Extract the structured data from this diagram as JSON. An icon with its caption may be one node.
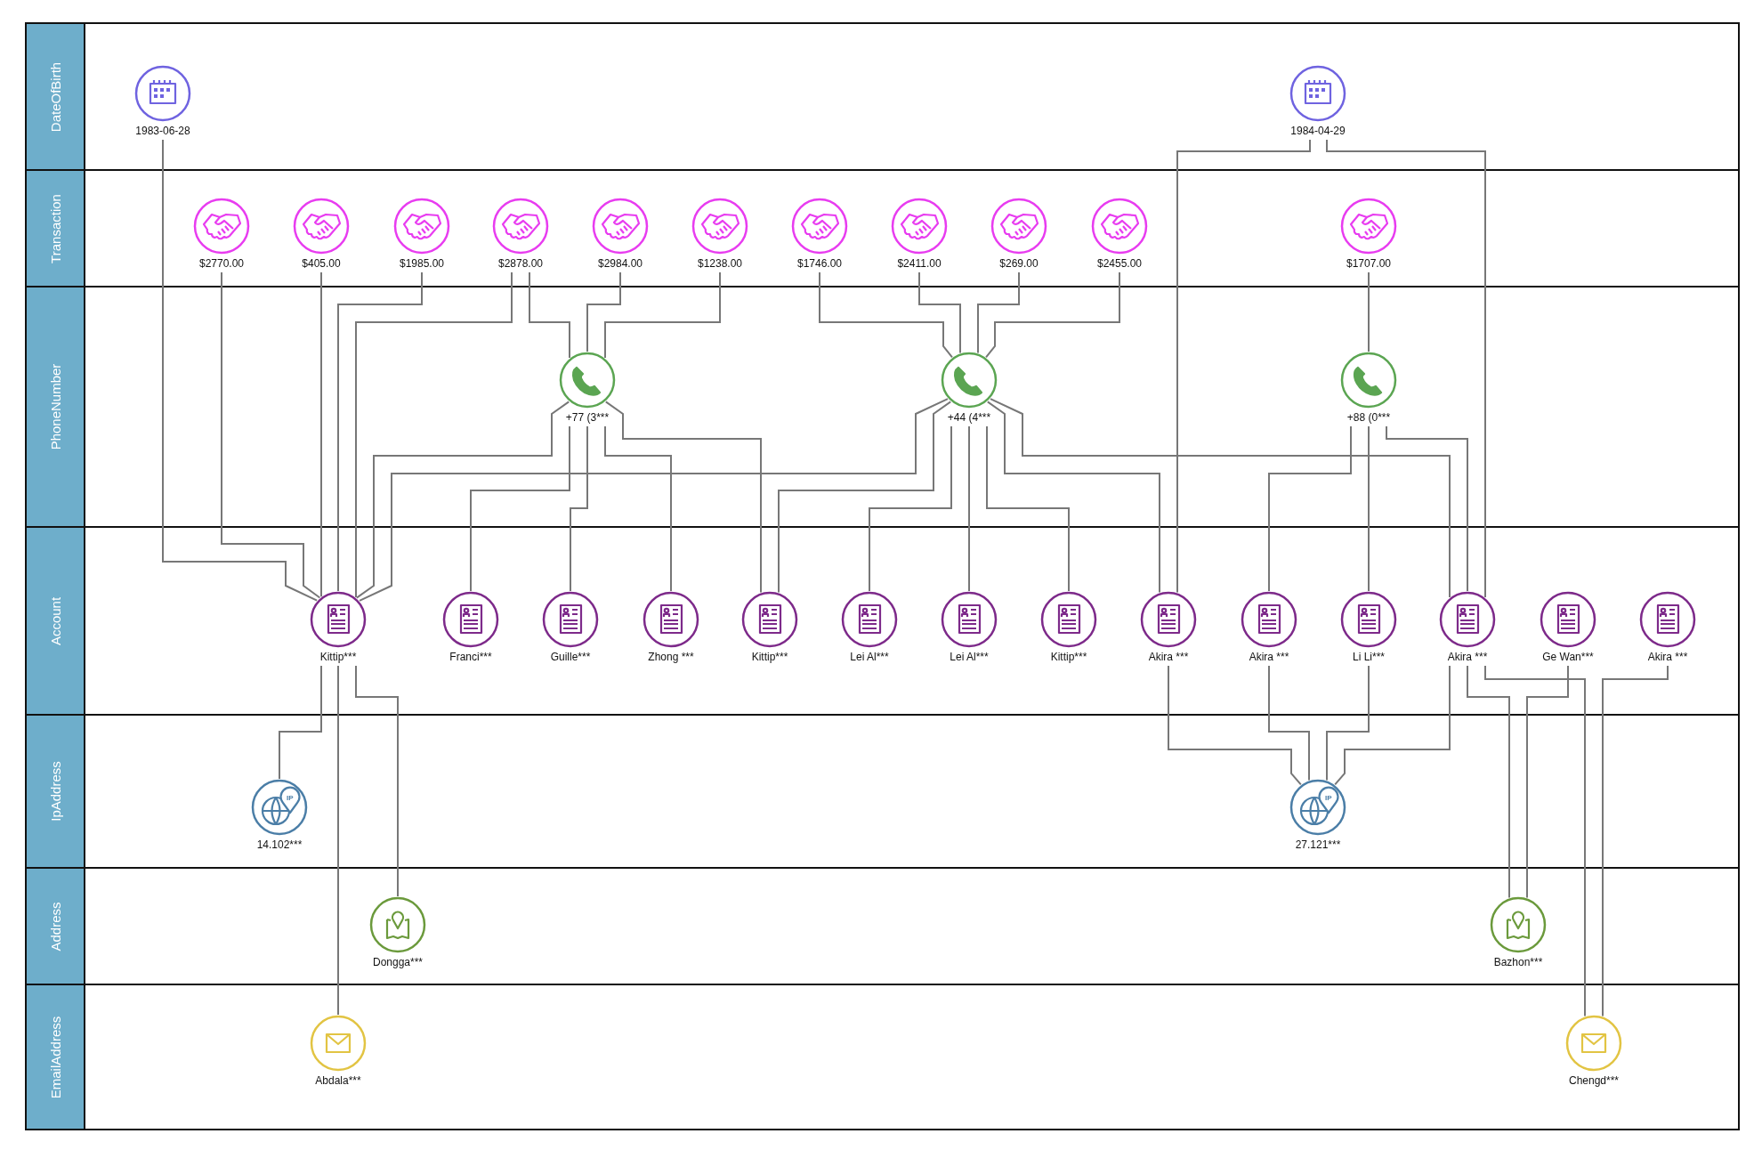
{
  "diagram": {
    "nodes": [
      {
        "text": [
          "DateOfBirth"
        ]
      },
      {
        "text": [
          "1983-06-28"
        ],
        "in": 0
      },
      {
        "text": [
          "1984-04-29"
        ],
        "in": 0
      },
      {
        "text": [
          "Transaction"
        ]
      },
      {
        "text": [
          "$2770.00"
        ],
        "in": 3
      },
      {
        "text": [
          "$405.00"
        ],
        "in": 3
      },
      {
        "text": [
          "$1985.00"
        ],
        "in": 3
      },
      {
        "text": [
          "$2878.00"
        ],
        "in": 3
      },
      {
        "text": [
          "$2984.00"
        ],
        "in": 3
      },
      {
        "text": [
          "$1238.00"
        ],
        "in": 3
      },
      {
        "text": [
          "$1746.00"
        ],
        "in": 3
      },
      {
        "text": [
          "$2411.00"
        ],
        "in": 3
      },
      {
        "text": [
          "$269.00"
        ],
        "in": 3
      },
      {
        "text": [
          "$2455.00"
        ],
        "in": 3
      },
      {
        "text": [
          "$1707.00"
        ],
        "in": 3
      },
      {
        "text": [
          "PhoneNumber"
        ]
      },
      {
        "text": [
          "+77 (3***"
        ],
        "in": 15
      },
      {
        "text": [
          "+44 (4***"
        ],
        "in": 15
      },
      {
        "text": [
          "+88 (0***"
        ],
        "in": 15
      },
      {
        "text": [
          "Account"
        ]
      },
      {
        "text": [
          "Kittip***"
        ],
        "in": 19
      },
      {
        "text": [
          "Franci***"
        ],
        "in": 19
      },
      {
        "text": [
          "Guille***"
        ],
        "in": 19
      },
      {
        "text": [
          "Zhong ***"
        ],
        "in": 19
      },
      {
        "text": [
          "Kittip***"
        ],
        "in": 19
      },
      {
        "text": [
          "Lei Al***"
        ],
        "in": 19
      },
      {
        "text": [
          "Lei Al***"
        ],
        "in": 19
      },
      {
        "text": [
          "Kittip***"
        ],
        "in": 19
      },
      {
        "text": [
          "Akira ***"
        ],
        "in": 19
      },
      {
        "text": [
          "Akira ***"
        ],
        "in": 19
      },
      {
        "text": [
          "Li Li***"
        ],
        "in": 19
      },
      {
        "text": [
          "Akira ***"
        ],
        "in": 19
      },
      {
        "text": [
          "Ge Wan***"
        ],
        "in": 19
      },
      {
        "text": [
          "Akira ***"
        ],
        "in": 19
      },
      {
        "text": [
          "IpAddress"
        ]
      },
      {
        "text": [
          "14.102***"
        ],
        "in": 34
      },
      {
        "text": [
          "27.121***"
        ],
        "in": 34
      },
      {
        "text": [
          "Address"
        ]
      },
      {
        "text": [
          "Dongga***"
        ],
        "in": 37
      },
      {
        "text": [
          "Bazhon***"
        ],
        "in": 37
      },
      {
        "text": [
          "EmailAddress"
        ]
      },
      {
        "text": [
          "Abdala***"
        ],
        "in": 40
      },
      {
        "text": [
          "Chengd***"
        ],
        "in": 40
      }
    ],
    "edges": [
      {
        "from": 1,
        "to": 20,
        "arrow": "none"
      },
      {
        "from": 2,
        "to": 28,
        "arrow": "none"
      },
      {
        "from": 2,
        "to": 31,
        "arrow": "none"
      },
      {
        "from": 4,
        "to": 20,
        "arrow": "none"
      },
      {
        "from": 5,
        "to": 20,
        "arrow": "none"
      },
      {
        "from": 6,
        "to": 20,
        "arrow": "none"
      },
      {
        "from": 7,
        "to": 20,
        "arrow": "none"
      },
      {
        "from": 7,
        "to": 16,
        "arrow": "none"
      },
      {
        "from": 8,
        "to": 16,
        "arrow": "none"
      },
      {
        "from": 9,
        "to": 16,
        "arrow": "none"
      },
      {
        "from": 10,
        "to": 17,
        "arrow": "none"
      },
      {
        "from": 11,
        "to": 17,
        "arrow": "none"
      },
      {
        "from": 12,
        "to": 17,
        "arrow": "none"
      },
      {
        "from": 13,
        "to": 17,
        "arrow": "none"
      },
      {
        "from": 14,
        "to": 18,
        "arrow": "none"
      },
      {
        "from": 16,
        "to": 20,
        "arrow": "none"
      },
      {
        "from": 16,
        "to": 21,
        "arrow": "none"
      },
      {
        "from": 16,
        "to": 22,
        "arrow": "none"
      },
      {
        "from": 16,
        "to": 23,
        "arrow": "none"
      },
      {
        "from": 16,
        "to": 24,
        "arrow": "none"
      },
      {
        "from": 17,
        "to": 20,
        "arrow": "none"
      },
      {
        "from": 17,
        "to": 24,
        "arrow": "none"
      },
      {
        "from": 17,
        "to": 25,
        "arrow": "none"
      },
      {
        "from": 17,
        "to": 26,
        "arrow": "none"
      },
      {
        "from": 17,
        "to": 27,
        "arrow": "none"
      },
      {
        "from": 17,
        "to": 28,
        "arrow": "none"
      },
      {
        "from": 17,
        "to": 31,
        "arrow": "none"
      },
      {
        "from": 18,
        "to": 29,
        "arrow": "none"
      },
      {
        "from": 18,
        "to": 30,
        "arrow": "none"
      },
      {
        "from": 18,
        "to": 31,
        "arrow": "none"
      },
      {
        "from": 20,
        "to": 35,
        "arrow": "none"
      },
      {
        "from": 20,
        "to": 38,
        "arrow": "none"
      },
      {
        "from": 20,
        "to": 41,
        "arrow": "none"
      },
      {
        "from": 28,
        "to": 36,
        "arrow": "none"
      },
      {
        "from": 29,
        "to": 36,
        "arrow": "none"
      },
      {
        "from": 30,
        "to": 36,
        "arrow": "none"
      },
      {
        "from": 31,
        "to": 36,
        "arrow": "none"
      },
      {
        "from": 31,
        "to": 39,
        "arrow": "none"
      },
      {
        "from": 32,
        "to": 39,
        "arrow": "none"
      },
      {
        "from": 31,
        "to": 42,
        "arrow": "none"
      },
      {
        "from": 33,
        "to": 42,
        "arrow": "none"
      }
    ],
    "labels": [
      "IP",
      "IP"
    ]
  }
}
